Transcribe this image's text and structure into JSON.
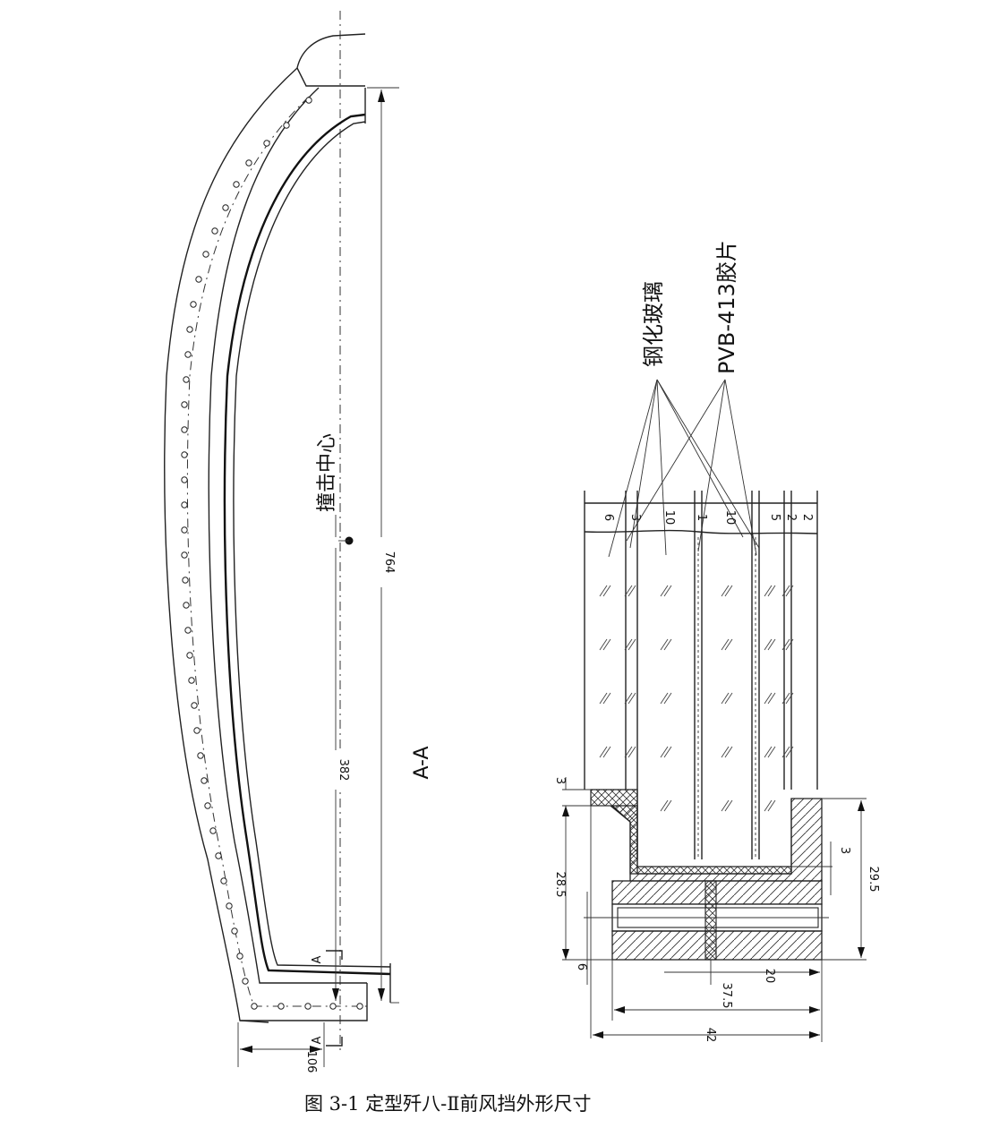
{
  "caption": "图 3-1  定型歼八-Ⅱ前风挡外形尺寸",
  "left_view": {
    "impact_center_label": "撞击中心",
    "section_label": "A-A",
    "section_mark_top": "A",
    "section_mark_bottom": "A",
    "dim_height": "764",
    "dim_impact_height": "382",
    "dim_base_width": "106"
  },
  "section_view": {
    "label_tempered_glass": "钢化玻璃",
    "label_pvb": "PVB-413胶片",
    "layer_numbers": [
      "6",
      "3",
      "10",
      "1",
      "10",
      "5",
      "2",
      "2"
    ],
    "dim_3_top": "3",
    "dim_28_5": "28.5",
    "dim_6": "6",
    "dim_3_right": "3",
    "dim_29_5": "29.5",
    "dim_20": "20",
    "dim_37_5": "37.5",
    "dim_42": "42"
  }
}
